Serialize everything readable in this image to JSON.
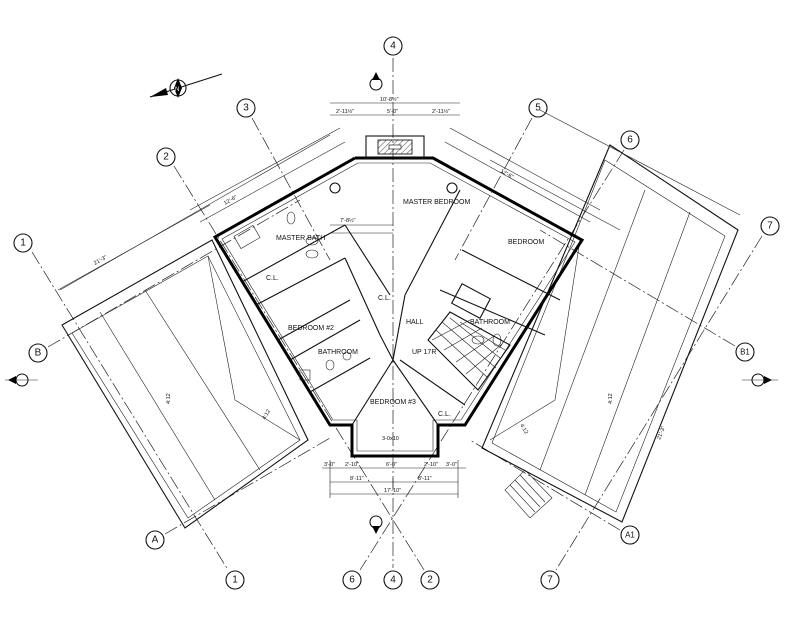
{
  "drawing": {
    "compass_label": "N",
    "grid_bubbles": {
      "top": [
        "3",
        "4",
        "5",
        "6",
        "7"
      ],
      "left": [
        "1",
        "2",
        "B",
        "A"
      ],
      "right": [
        "B1",
        "A1"
      ],
      "bottom": [
        "1",
        "6",
        "4",
        "2",
        "7"
      ]
    },
    "rooms": {
      "master_bedroom": "MASTER BEDROOM",
      "master_bath": "MASTER BATH",
      "bedroom_2": "BEDROOM #2",
      "bathroom_left": "BATHROOM",
      "bedroom_3": "BEDROOM #3",
      "bedroom_right": "BEDROOM",
      "bathroom_right": "BATHROOM",
      "hall": "HALL",
      "stair": "UP 17R",
      "closet_left": "C.L.",
      "closet_right": "C.L.",
      "closet_center": "C.L."
    },
    "dimensions": {
      "top": [
        "10'-8½\"",
        "2'-11½\"",
        "5'-0\"",
        "2'-11½\""
      ],
      "bottom_row1": [
        "3'-0\"",
        "2'-10\"",
        "6'-0\"",
        "2'-10\"",
        "3'-0\""
      ],
      "bottom_row2": [
        "8'-11\"",
        "8'-11\""
      ],
      "bottom_total": "17'-10\"",
      "bay_ceiling": "3-0x10",
      "hall_width": "7'-8½\"",
      "left_wall": "12'-6\"",
      "right_wall": "12'-6\"",
      "left_deck": "21'-3\"",
      "right_deck": "21'-3\""
    },
    "slopes": [
      "4:12",
      "4:12",
      "4:12",
      "4:12"
    ]
  }
}
